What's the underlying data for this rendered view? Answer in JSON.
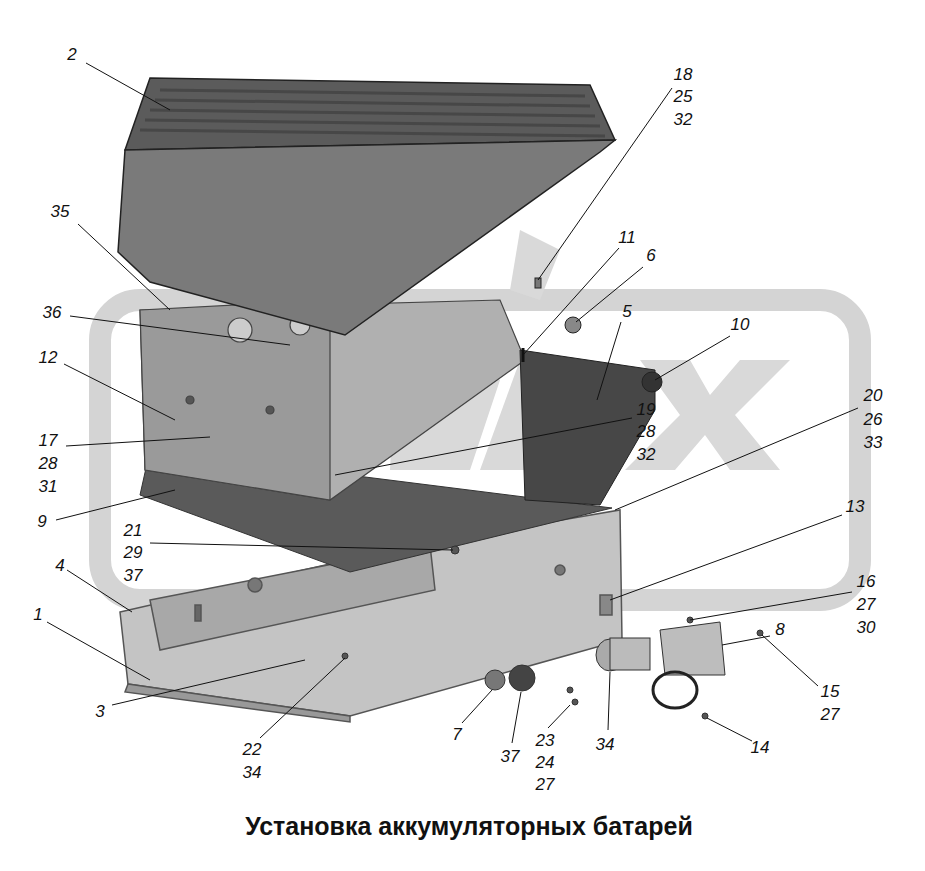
{
  "diagram": {
    "caption": "Установка аккумуляторных батарей",
    "labels": [
      "2",
      "18",
      "25",
      "32",
      "11",
      "6",
      "35",
      "5",
      "10",
      "36",
      "12",
      "20",
      "26",
      "33",
      "19",
      "28",
      "32",
      "17",
      "28",
      "31",
      "9",
      "13",
      "21",
      "29",
      "37",
      "4",
      "16",
      "27",
      "30",
      "1",
      "8",
      "3",
      "15",
      "27",
      "22",
      "34",
      "7",
      "37",
      "23",
      "24",
      "27",
      "34",
      "14"
    ]
  }
}
